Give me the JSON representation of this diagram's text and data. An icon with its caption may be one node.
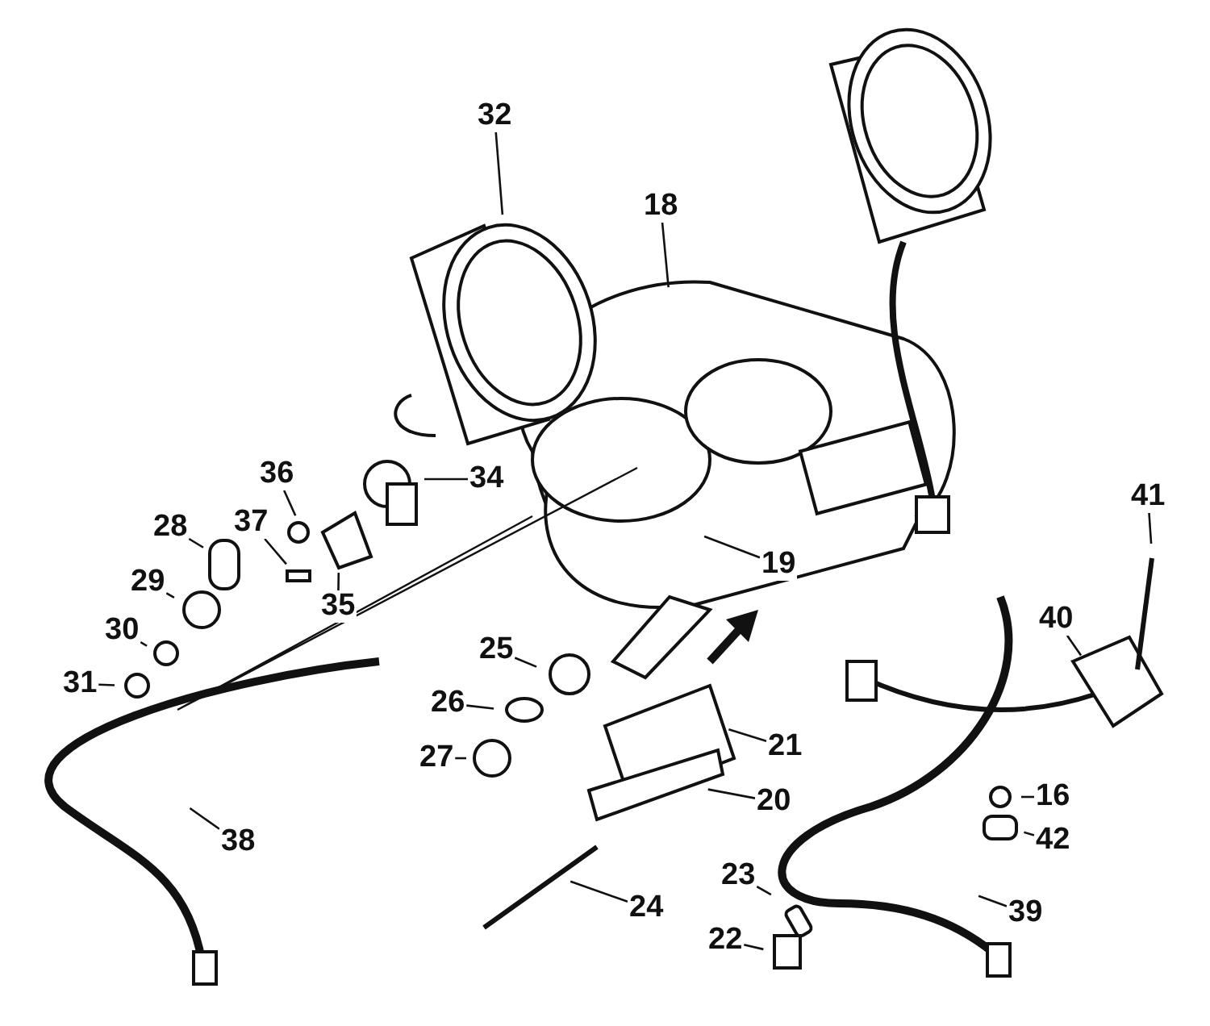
{
  "diagram": {
    "nodes": [
      {
        "text": [
          "32"
        ]
      },
      {
        "text": [
          "18"
        ]
      },
      {
        "text": [
          "36"
        ]
      },
      {
        "text": [
          "37"
        ]
      },
      {
        "text": [
          "34"
        ]
      },
      {
        "text": [
          "28"
        ]
      },
      {
        "text": [
          "35"
        ]
      },
      {
        "text": [
          "29"
        ]
      },
      {
        "text": [
          "30"
        ]
      },
      {
        "text": [
          "31"
        ]
      },
      {
        "text": [
          "19"
        ]
      },
      {
        "text": [
          "41"
        ]
      },
      {
        "text": [
          "40"
        ]
      },
      {
        "text": [
          "25"
        ]
      },
      {
        "text": [
          "26"
        ]
      },
      {
        "text": [
          "27"
        ]
      },
      {
        "text": [
          "21"
        ]
      },
      {
        "text": [
          "20"
        ]
      },
      {
        "text": [
          "16"
        ]
      },
      {
        "text": [
          "42"
        ]
      },
      {
        "text": [
          "38"
        ]
      },
      {
        "text": [
          "24"
        ]
      },
      {
        "text": [
          "23"
        ]
      },
      {
        "text": [
          "22"
        ]
      },
      {
        "text": [
          "39"
        ]
      }
    ],
    "edges": [
      {
        "from": 0,
        "to": null,
        "arrow": "none"
      },
      {
        "from": 1,
        "to": null,
        "arrow": "none"
      },
      {
        "from": 2,
        "to": null,
        "arrow": "none"
      },
      {
        "from": 3,
        "to": null,
        "arrow": "none"
      },
      {
        "from": 4,
        "to": null,
        "arrow": "none"
      },
      {
        "from": 5,
        "to": null,
        "arrow": "none"
      },
      {
        "from": 6,
        "to": null,
        "arrow": "none"
      },
      {
        "from": 7,
        "to": null,
        "arrow": "none"
      },
      {
        "from": 8,
        "to": null,
        "arrow": "none"
      },
      {
        "from": 9,
        "to": null,
        "arrow": "none"
      },
      {
        "from": 10,
        "to": null,
        "arrow": "none"
      },
      {
        "from": 11,
        "to": null,
        "arrow": "none"
      },
      {
        "from": 12,
        "to": null,
        "arrow": "none"
      },
      {
        "from": 13,
        "to": null,
        "arrow": "none"
      },
      {
        "from": 14,
        "to": null,
        "arrow": "none"
      },
      {
        "from": 15,
        "to": null,
        "arrow": "none"
      },
      {
        "from": 16,
        "to": null,
        "arrow": "none"
      },
      {
        "from": 17,
        "to": null,
        "arrow": "none"
      },
      {
        "from": 18,
        "to": null,
        "arrow": "none"
      },
      {
        "from": 19,
        "to": null,
        "arrow": "none"
      },
      {
        "from": 20,
        "to": null,
        "arrow": "none"
      },
      {
        "from": 21,
        "to": null,
        "arrow": "none"
      },
      {
        "from": 22,
        "to": null,
        "arrow": "none"
      },
      {
        "from": 23,
        "to": null,
        "arrow": "none"
      },
      {
        "from": 24,
        "to": null,
        "arrow": "none"
      }
    ]
  }
}
